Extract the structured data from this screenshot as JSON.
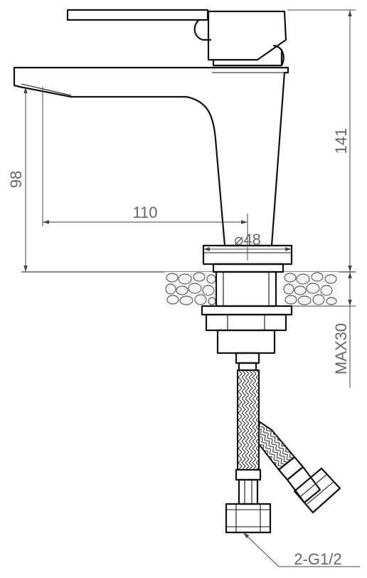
{
  "dimensions": {
    "overall_height": "141",
    "spout_height": "98",
    "spout_reach": "110",
    "base_diameter": "⌀48",
    "max_counter_thickness": "MAX30",
    "hose_connection": "2-G1/2"
  }
}
